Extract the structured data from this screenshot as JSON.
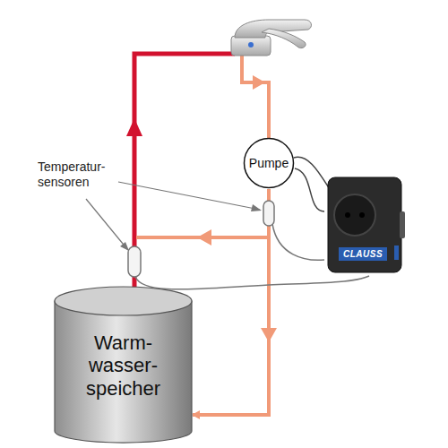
{
  "diagram": {
    "nodes": [
      {
        "text": [
          "Warm- wasser- speicher"
        ]
      },
      {
        "text": [
          "Pumpe"
        ]
      },
      {
        "text": [
          "CLAUSS"
        ]
      }
    ],
    "edges": [
      {
        "from": 1,
        "to": 0,
        "arrow": "to"
      },
      {
        "from": 1,
        "to": 2,
        "arrow": "none"
      }
    ],
    "labels": [
      "Temperatur- sensoren"
    ]
  }
}
